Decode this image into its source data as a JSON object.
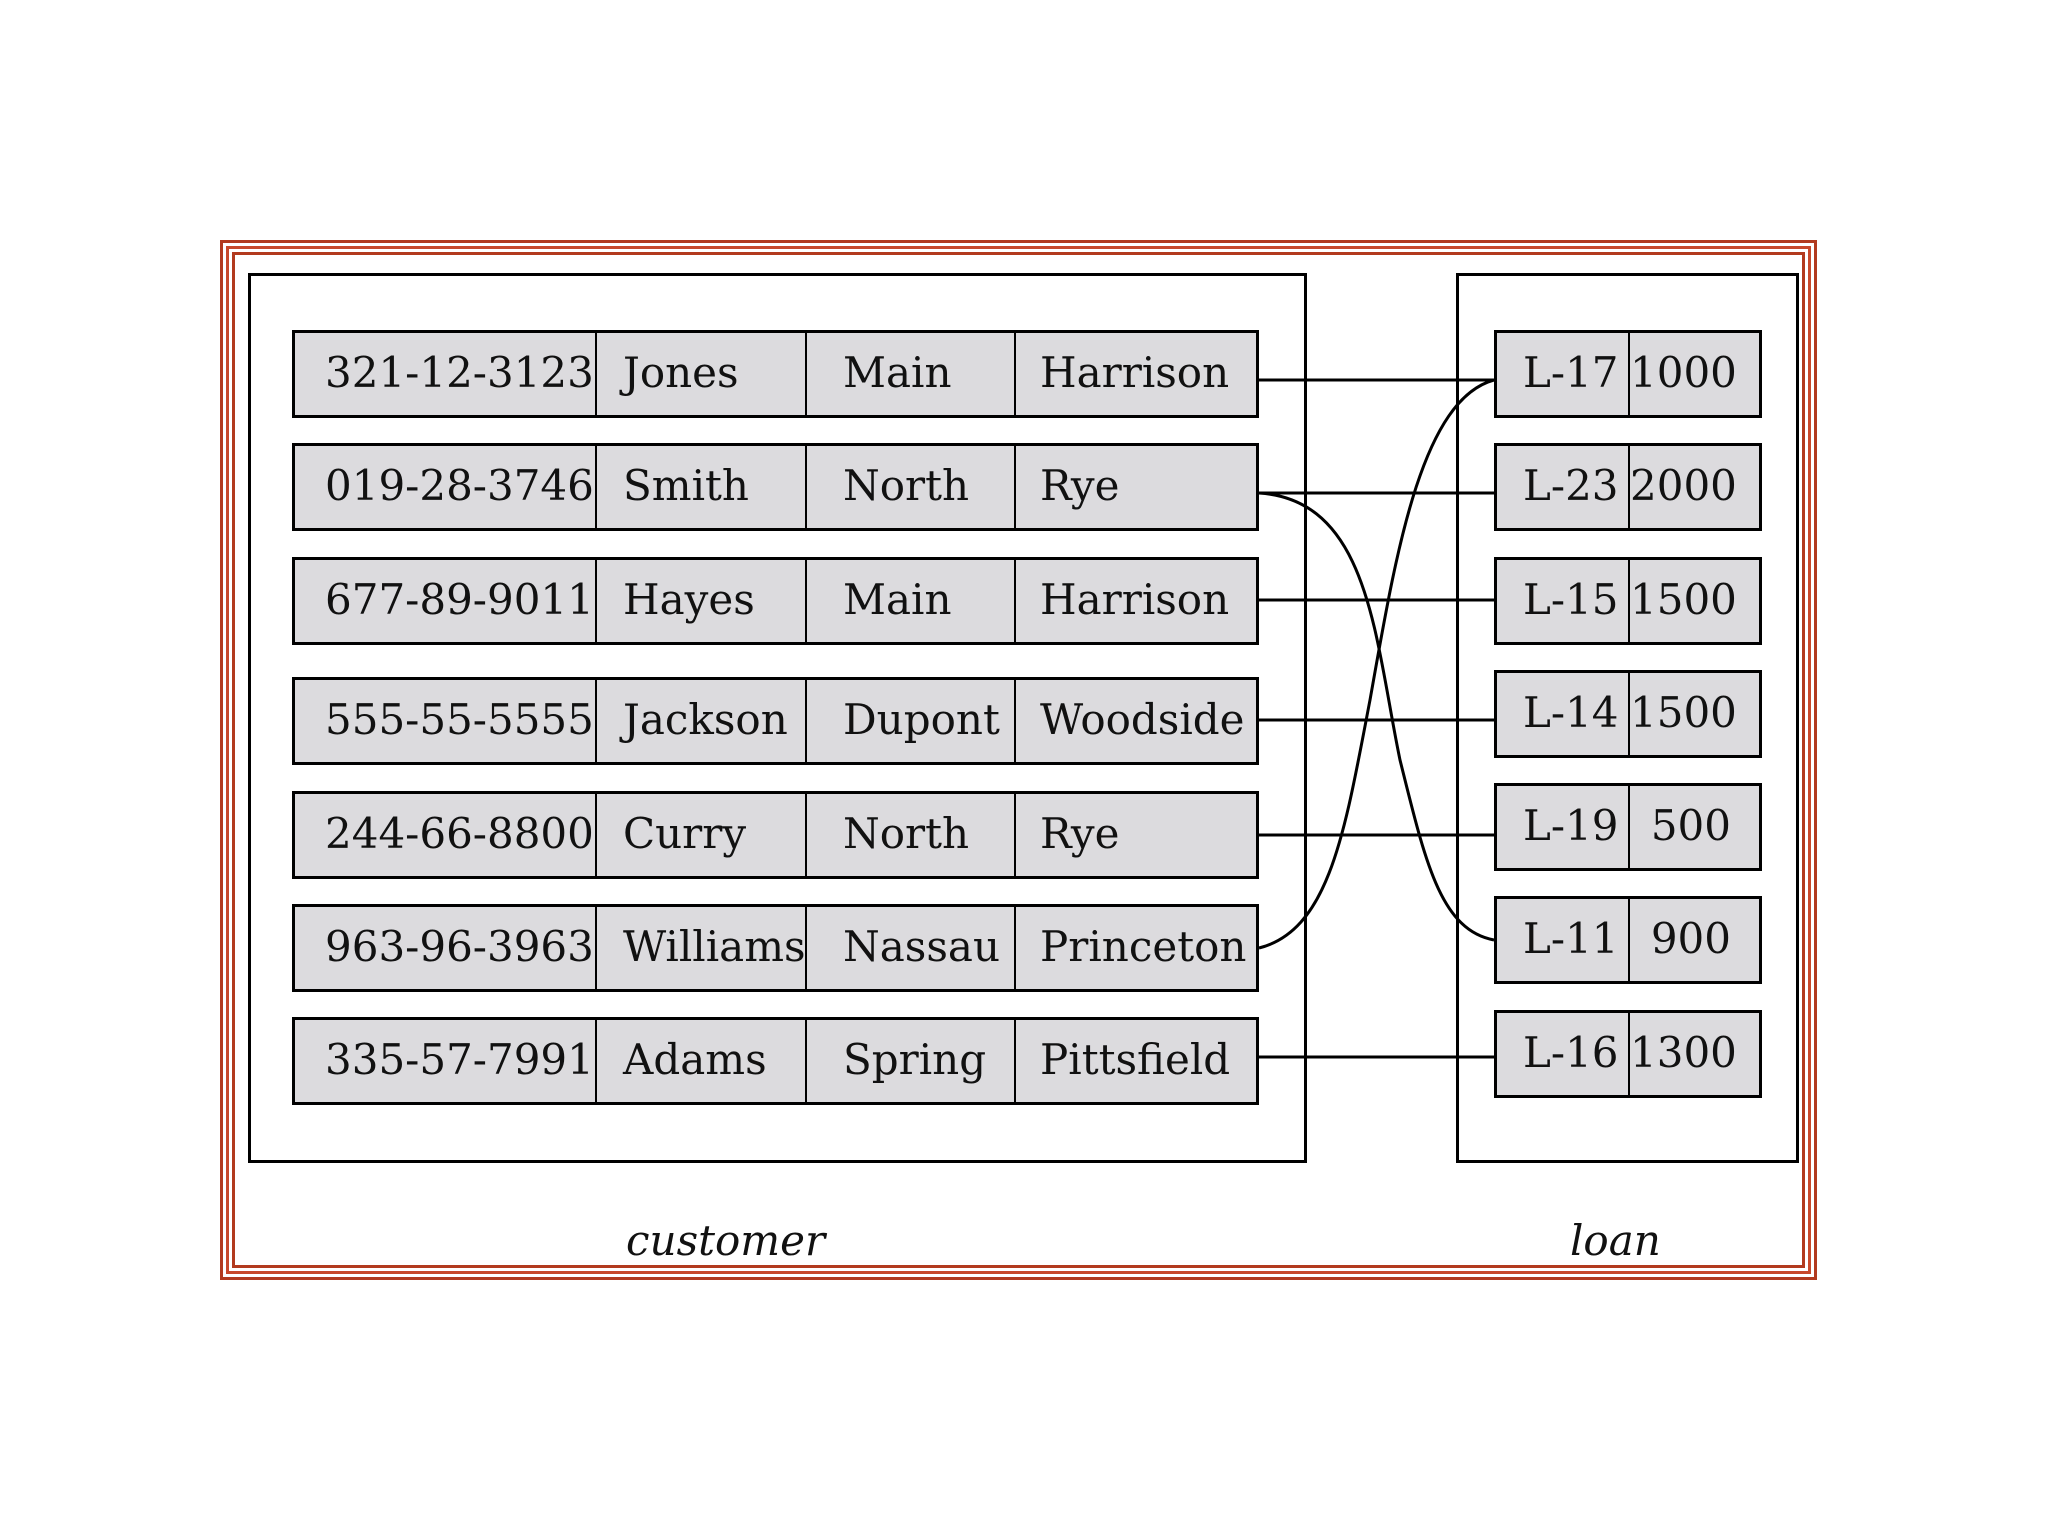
{
  "customer": {
    "caption": "customer",
    "rows": [
      {
        "id": "321-12-3123",
        "name": "Jones",
        "street": "Main",
        "city": "Harrison"
      },
      {
        "id": "019-28-3746",
        "name": "Smith",
        "street": "North",
        "city": "Rye"
      },
      {
        "id": "677-89-9011",
        "name": "Hayes",
        "street": "Main",
        "city": "Harrison"
      },
      {
        "id": "555-55-5555",
        "name": "Jackson",
        "street": "Dupont",
        "city": "Woodside"
      },
      {
        "id": "244-66-8800",
        "name": "Curry",
        "street": "North",
        "city": "Rye"
      },
      {
        "id": "963-96-3963",
        "name": "Williams",
        "street": "Nassau",
        "city": "Princeton"
      },
      {
        "id": "335-57-7991",
        "name": "Adams",
        "street": "Spring",
        "city": "Pittsfield"
      }
    ]
  },
  "loan": {
    "caption": "loan",
    "rows": [
      {
        "number": "L-17",
        "amount": "1000"
      },
      {
        "number": "L-23",
        "amount": "2000"
      },
      {
        "number": "L-15",
        "amount": "1500"
      },
      {
        "number": "L-14",
        "amount": "1500"
      },
      {
        "number": "L-19",
        "amount": "500"
      },
      {
        "number": "L-11",
        "amount": "900"
      },
      {
        "number": "L-16",
        "amount": "1300"
      }
    ]
  },
  "links": [
    {
      "customer": "321-12-3123",
      "loan": "L-17"
    },
    {
      "customer": "019-28-3746",
      "loan": "L-23"
    },
    {
      "customer": "019-28-3746",
      "loan": "L-11"
    },
    {
      "customer": "677-89-9011",
      "loan": "L-15"
    },
    {
      "customer": "555-55-5555",
      "loan": "L-14"
    },
    {
      "customer": "244-66-8800",
      "loan": "L-19"
    },
    {
      "customer": "963-96-3963",
      "loan": "L-17"
    },
    {
      "customer": "335-57-7991",
      "loan": "L-16"
    }
  ],
  "colors": {
    "frame": "#b23a1e",
    "row_fill": "#dcdbde",
    "line": "#000000"
  }
}
